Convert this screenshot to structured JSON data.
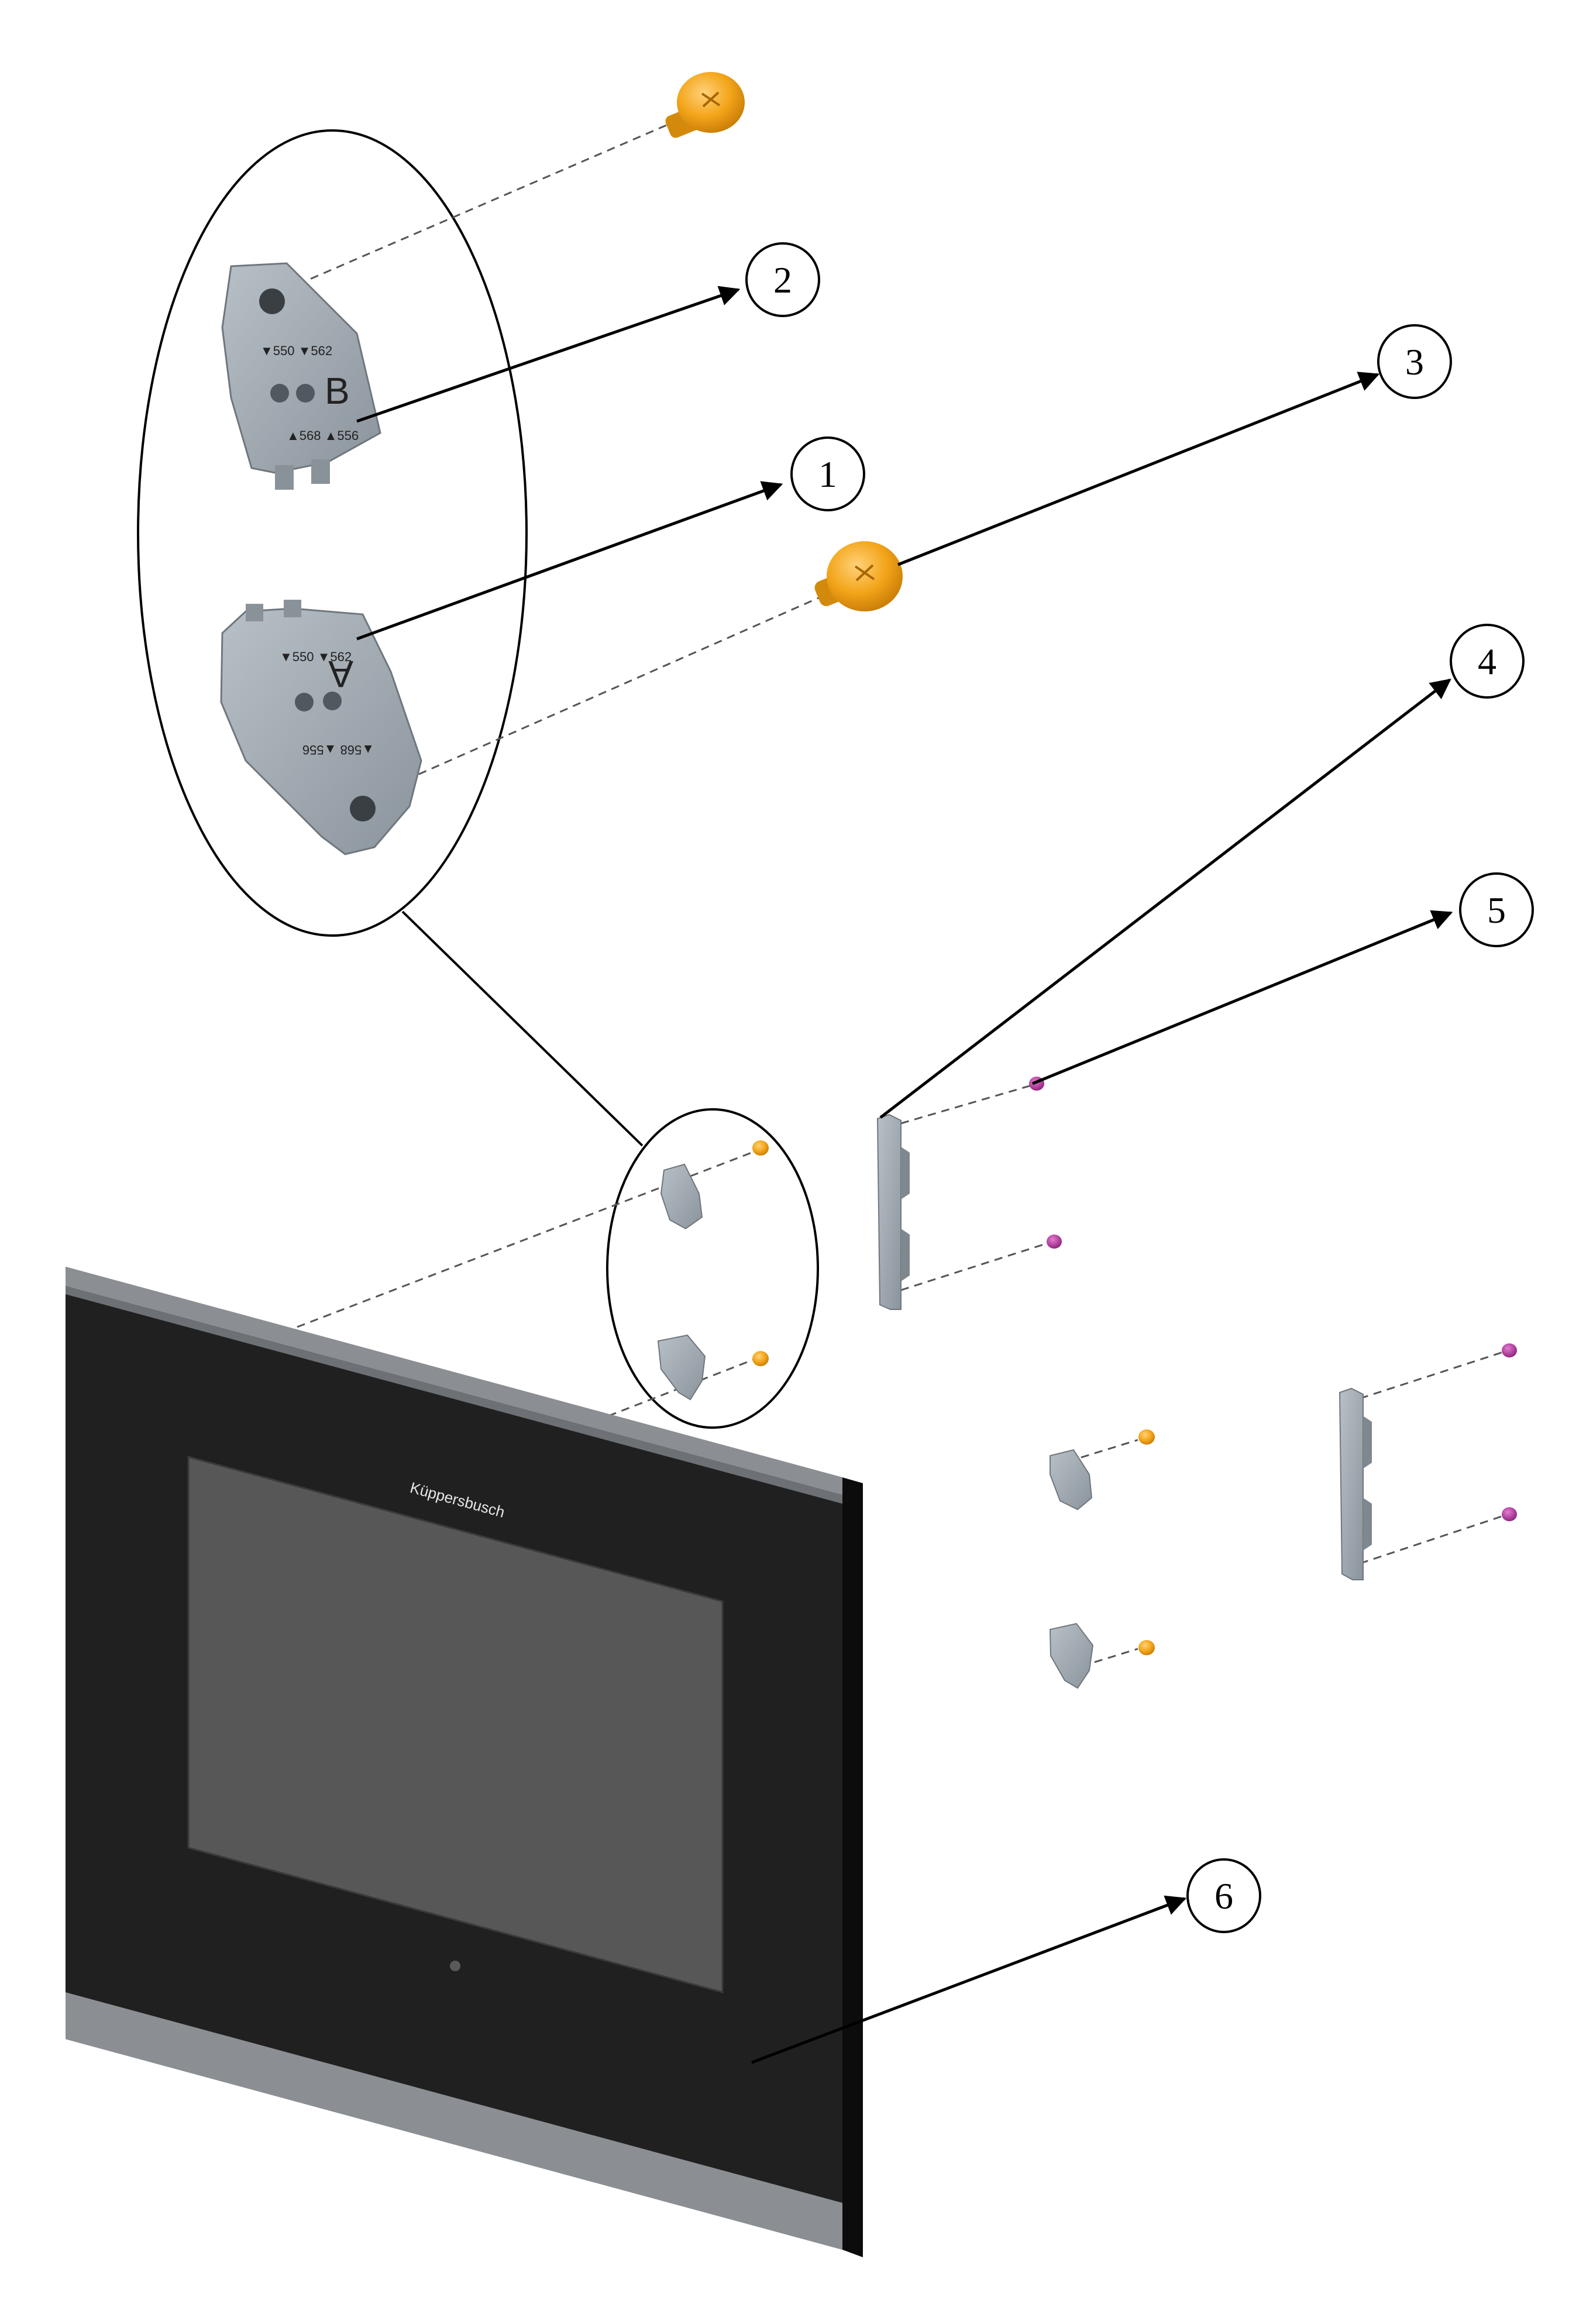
{
  "diagram": {
    "type": "exploded-parts-view",
    "brand": "Küppersbusch",
    "callouts": [
      {
        "id": "1",
        "label": "1"
      },
      {
        "id": "2",
        "label": "2"
      },
      {
        "id": "3",
        "label": "3"
      },
      {
        "id": "4",
        "label": "4"
      },
      {
        "id": "5",
        "label": "5"
      },
      {
        "id": "6",
        "label": "6"
      }
    ],
    "plate_b": {
      "letter": "B",
      "top_marks": "▼550 ▼562",
      "bottom_marks": "▲568 ▲556"
    },
    "plate_a": {
      "letter": "A",
      "top_marks": "▼550 ▼562",
      "bottom_marks": "▲568 ▲556"
    },
    "colors": {
      "screw_orange": "#f3a51a",
      "screw_purple": "#b0309a",
      "plate_grey": "#9aa3ab",
      "panel_black": "#202020",
      "window_grey": "#575757",
      "trim_grey": "#8b8f94"
    }
  }
}
